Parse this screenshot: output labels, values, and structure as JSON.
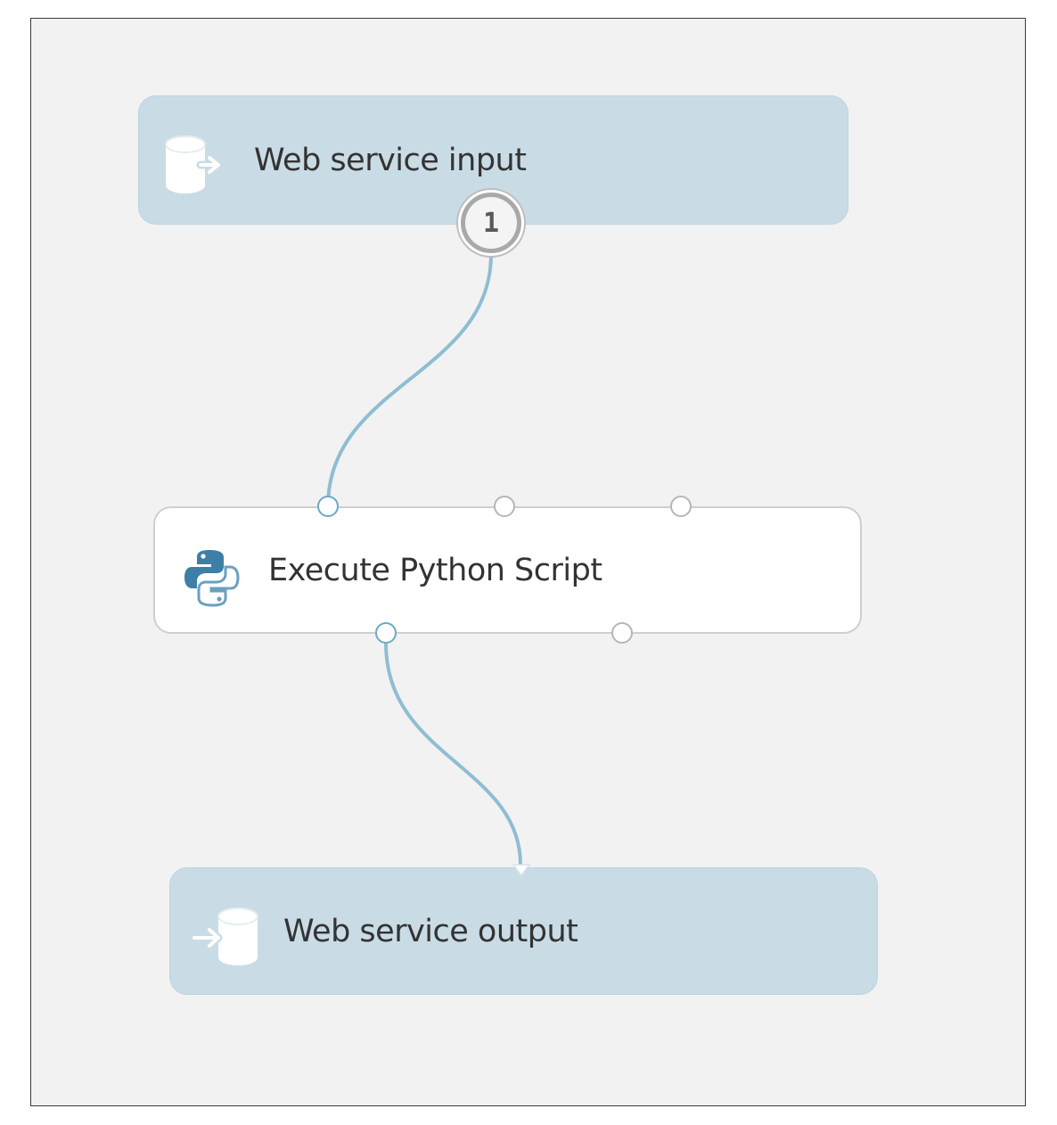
{
  "canvas": {
    "modules": {
      "web_service_input": {
        "label": "Web service input",
        "icon": "database-export-icon"
      },
      "execute_python": {
        "label": "Execute Python Script",
        "icon": "python-logo-icon"
      },
      "web_service_output": {
        "label": "Web service output",
        "icon": "database-import-icon"
      }
    },
    "output_badge": "1"
  },
  "colors": {
    "canvas_bg": "#f2f2f2",
    "io_module_bg": "#c9dce6",
    "connector": "#8fbdd3",
    "python_blue": "#3e7fa6",
    "python_light": "#6aa0c0"
  }
}
